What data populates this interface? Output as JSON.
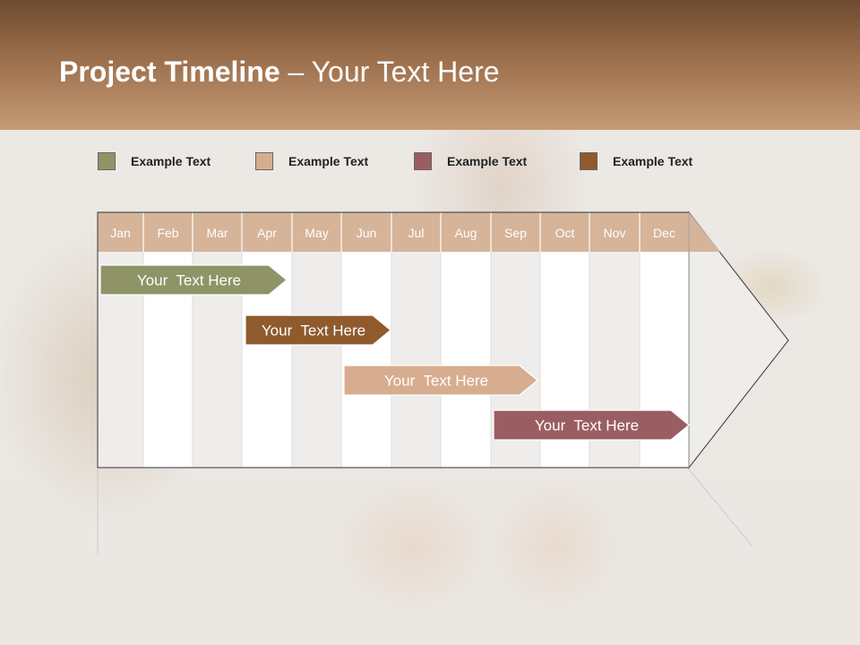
{
  "title": {
    "bold": "Project Timeline",
    "rest": " – Your Text Here"
  },
  "legend": [
    {
      "label": "Example Text",
      "color": "#8e9466"
    },
    {
      "label": "Example Text",
      "color": "#d7ad8f"
    },
    {
      "label": "Example Text",
      "color": "#9a5e62"
    },
    {
      "label": "Example Text",
      "color": "#8f5a2c"
    }
  ],
  "months": [
    "Jan",
    "Feb",
    "Mar",
    "Apr",
    "May",
    "Jun",
    "Jul",
    "Aug",
    "Sep",
    "Oct",
    "Nov",
    "Dec"
  ],
  "tasks": [
    {
      "label": "Your  Text Here",
      "color": "#8e9466",
      "start_month": "Jan",
      "end_month": "Apr"
    },
    {
      "label": "Your  Text Here",
      "color": "#8f5a2c",
      "start_month": "Apr",
      "end_month": "Jun"
    },
    {
      "label": "Your  Text Here",
      "color": "#d7ad8f",
      "start_month": "Jun",
      "end_month": "Sep"
    },
    {
      "label": "Your  Text Here",
      "color": "#9a5e62",
      "start_month": "Sep",
      "end_month": "Dec"
    }
  ],
  "colors": {
    "header_dark": "#6e4a2e",
    "header_light": "#c59a76",
    "month_header": "#d5b49a",
    "column_light": "#efedeb",
    "column_white": "#ffffff"
  }
}
